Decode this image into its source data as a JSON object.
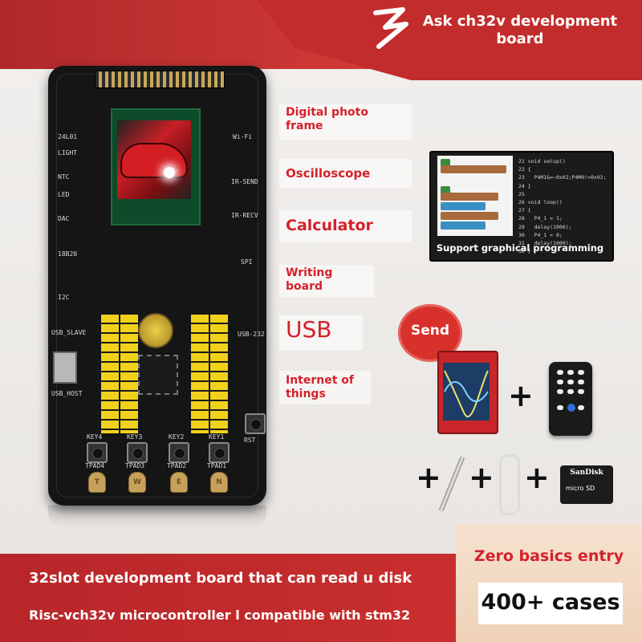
{
  "header": {
    "title": "Ask ch32v development board"
  },
  "features": [
    {
      "label": "Digital photo frame"
    },
    {
      "label": "Oscilloscope"
    },
    {
      "label": "Calculator"
    },
    {
      "label": "Writing board"
    },
    {
      "label": "USB"
    },
    {
      "label": "Internet of things"
    }
  ],
  "programming": {
    "caption": "Support graphical programming",
    "code": "21 void setup()\n22 {\n23   P4M1&=~0x02;P4M0!=0x02;\n24 }\n25\n26 void loop()\n27 {\n28   P4_1 = 1;\n29   delay(1000);\n30   P4_1 = 0;\n31   delay(1000);\n32 }"
  },
  "accessories": {
    "send_label": "Send",
    "plus": "+",
    "sd_brand": "SanDisk",
    "sd_sub": "micro SD"
  },
  "board": {
    "keys": [
      "KEY4",
      "KEY3",
      "KEY2",
      "KEY1"
    ],
    "tpads": [
      "TPAD4",
      "TPAD3",
      "TPAD2",
      "TPAD1"
    ],
    "pad_letters": [
      "T",
      "W",
      "E",
      "N"
    ],
    "silk_left": [
      "24L01",
      "LIGHT",
      "NTC",
      "LED",
      "DAC",
      "18B20",
      "I2C",
      "USB_SLAVE",
      "USB_HOST"
    ],
    "silk_right": [
      "Wi-Fi",
      "IR-SEND",
      "IR-RECV",
      "SPI",
      "USB-232",
      "RST"
    ]
  },
  "footer": {
    "line1": "32slot development board that can read u disk",
    "line2": "Risc-vch32v microcontroller l compatible with stm32",
    "badge": "Zero basics entry",
    "cases": "400+ cases"
  },
  "colors": {
    "brand_red": "#c32c2c",
    "feature_red": "#d4212a",
    "board_black": "#151515"
  }
}
